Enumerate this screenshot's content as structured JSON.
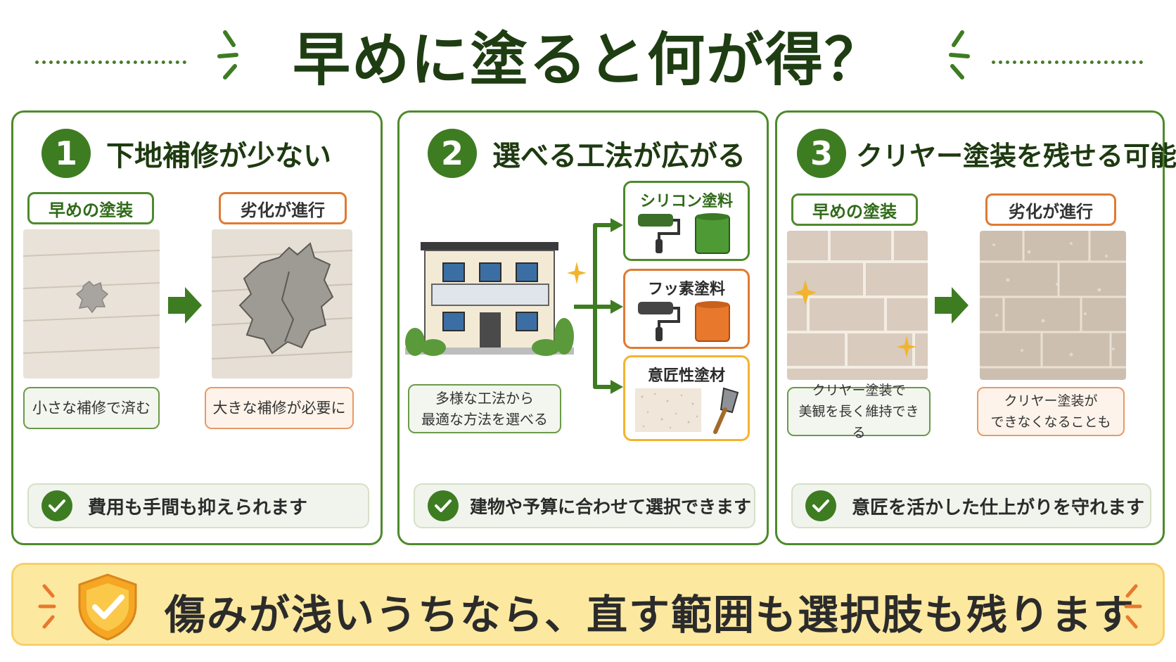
{
  "header": {
    "title": "早めに塗ると何が得？"
  },
  "panels": [
    {
      "num": "1",
      "title": "下地補修が少ない",
      "tag_left": "早めの塗装",
      "tag_right": "劣化が進行",
      "note_left": "小さな補修で済む",
      "note_right": "大きな補修が必要に",
      "footer": "費用も手間も抑えられます"
    },
    {
      "num": "2",
      "title": "選べる工法が広がる",
      "note": [
        "多様な工法から",
        "最適な方法を選べる"
      ],
      "options": [
        "シリコン塗料",
        "フッ素塗料",
        "意匠性塗材"
      ],
      "footer": "建物や予算に合わせて選択できます"
    },
    {
      "num": "3",
      "title": "クリヤー塗装を残せる可能性",
      "tag_left": "早めの塗装",
      "tag_right": "劣化が進行",
      "note_left": [
        "クリヤー塗装で",
        "美観を長く維持できる"
      ],
      "note_right": [
        "クリヤー塗装が",
        "できなくなることも"
      ],
      "footer": "意匠を活かした仕上がりを守れます"
    }
  ],
  "banner": {
    "text": "傷みが浅いうちなら、直す範囲も選択肢も残ります"
  },
  "colors": {
    "primary_green": "#3e7c22",
    "accent_orange": "#e07a32",
    "accent_yellow": "#f2b42e",
    "banner_bg": "#fde8a0"
  },
  "icons": [
    "sparkle-icon",
    "arrow-right-icon",
    "check-icon",
    "shield-check-icon",
    "paint-roller-icon",
    "paint-can-icon",
    "trowel-icon",
    "house-icon"
  ]
}
